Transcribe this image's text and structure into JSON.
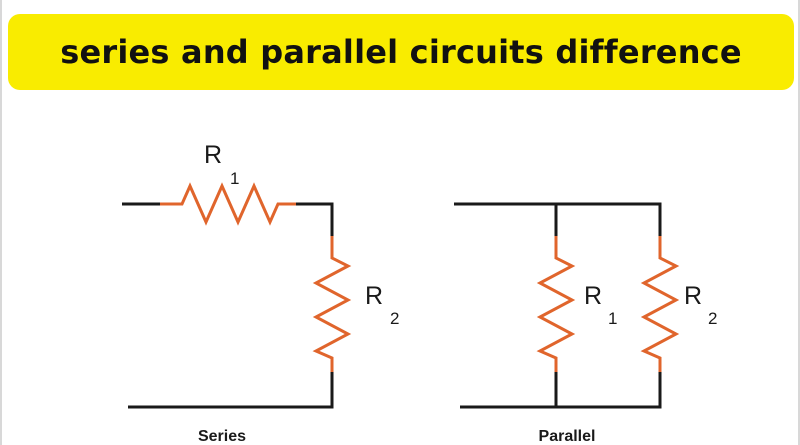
{
  "title": "series and parallel circuits difference",
  "colors": {
    "banner": "#f9ec00",
    "wire": "#1a1a1a",
    "resistor": "#e0652c"
  },
  "series": {
    "caption": "Series",
    "r1": {
      "letter": "R",
      "index": "1"
    },
    "r2": {
      "letter": "R",
      "index": "2"
    }
  },
  "parallel": {
    "caption": "Parallel",
    "r1": {
      "letter": "R",
      "index": "1"
    },
    "r2": {
      "letter": "R",
      "index": "2"
    }
  }
}
